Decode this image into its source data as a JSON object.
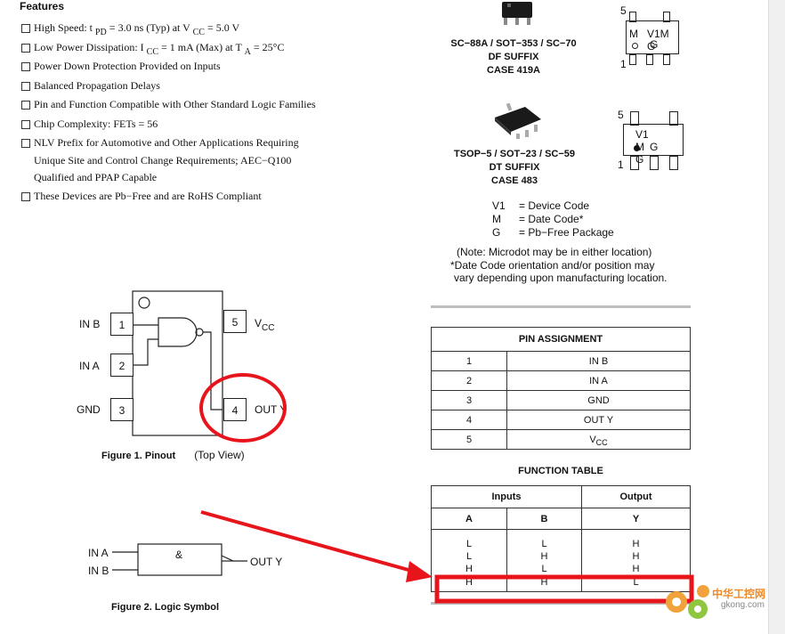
{
  "features": {
    "title": "Features",
    "items": [
      "High Speed: t_PD = 3.0 ns (Typ) at V_CC = 5.0 V",
      "Low Power Dissipation: I_CC = 1 mA (Max) at T_A = 25°C",
      "Power Down Protection Provided on Inputs",
      "Balanced Propagation Delays",
      "Pin and Function Compatible with Other Standard Logic Families",
      "Chip Complexity: FETs = 56",
      "NLV Prefix for Automotive and Other Applications Requiring",
      "Unique Site and Control Change Requirements; AEC−Q100",
      "Qualified and PPAP Capable",
      "These Devices are Pb−Free and are RoHS Compliant"
    ],
    "high_speed_parts": [
      "High Speed: t",
      "PD",
      "= 3.0 ns (Typ) at V",
      "CC",
      "= 5.0 V"
    ],
    "low_power_parts": [
      "Low Power Dissipation: I",
      "CC",
      "= 1",
      "mA (Max) at T",
      "A",
      "= 25°C"
    ]
  },
  "packages": {
    "sc88a": {
      "line1": "SC−88A / SOT−353 / SC−70",
      "line2": "DF SUFFIX",
      "line3": "CASE 419A",
      "marking_top": "V1M G",
      "marking_bottom": "G",
      "marking_m": "M",
      "pin5": "5",
      "pin1": "1"
    },
    "tsop5": {
      "line1": "TSOP−5 / SOT−23 / SC−59",
      "line2": "DT SUFFIX",
      "line3": "CASE 483",
      "marking_top": "V1 M G",
      "marking_bottom": "G",
      "pin5": "5",
      "pin1": "1"
    }
  },
  "legend": [
    {
      "key": "V1",
      "value": "= Device Code"
    },
    {
      "key": "M",
      "value": "= Date Code*"
    },
    {
      "key": "G",
      "value": "= Pb−Free Package"
    }
  ],
  "notes": [
    "(Note: Microdot may be in either location)",
    "*Date Code orientation and/or position may",
    "vary depending upon manufacturing location."
  ],
  "pinout": {
    "caption_bold": "Figure 1. Pinout",
    "caption_normal": "(Top View)",
    "pins": [
      {
        "num": "1",
        "label": "IN B"
      },
      {
        "num": "2",
        "label": "IN A"
      },
      {
        "num": "3",
        "label": "GND"
      },
      {
        "num": "5",
        "label": "V",
        "sub": "CC"
      },
      {
        "num": "4",
        "label": "OUT Y"
      }
    ]
  },
  "logic_symbol": {
    "caption": "Figure 2. Logic Symbol",
    "in_a": "IN A",
    "in_b": "IN B",
    "gate": "&",
    "out": "OUT Y"
  },
  "pin_assignment": {
    "title": "PIN ASSIGNMENT",
    "rows": [
      {
        "pin": "1",
        "name": "IN B"
      },
      {
        "pin": "2",
        "name": "IN A"
      },
      {
        "pin": "3",
        "name": "GND"
      },
      {
        "pin": "4",
        "name": "OUT Y"
      },
      {
        "pin": "5",
        "name": "V",
        "sub": "CC"
      }
    ]
  },
  "function_table": {
    "title": "FUNCTION TABLE",
    "group_inputs": "Inputs",
    "group_output": "Output",
    "col_a": "A",
    "col_b": "B",
    "col_y": "Y",
    "rows": [
      {
        "a": "L",
        "b": "L",
        "y": "H"
      },
      {
        "a": "L",
        "b": "H",
        "y": "H"
      },
      {
        "a": "H",
        "b": "L",
        "y": "H"
      },
      {
        "a": "H",
        "b": "H",
        "y": "L"
      }
    ]
  },
  "watermark": {
    "text1": "中华工控网",
    "text2": "gkong.com"
  },
  "colors": {
    "annotation": "#e8141b",
    "divider": "#bdbdbd"
  }
}
